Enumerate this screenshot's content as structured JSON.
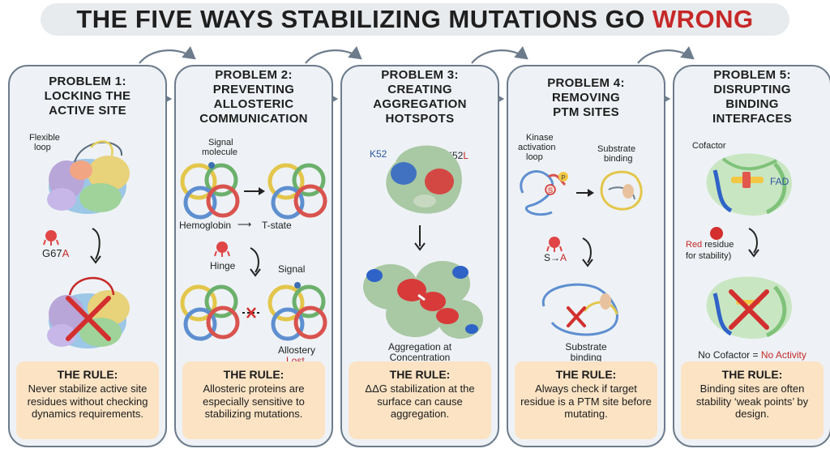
{
  "title": {
    "main": "THE FIVE WAYS STABILIZING MUTATIONS GO",
    "accent": "WRONG"
  },
  "colors": {
    "accent_red": "#c62828",
    "panel_bg": "#eef2f6",
    "rule_bg": "#fbe3c4",
    "panel_border": "#6d7c8c"
  },
  "panels": [
    {
      "title_line1": "PROBLEM 1:",
      "title_line2": "LOCKING THE",
      "title_line3": "ACTIVE SITE",
      "labels": {
        "flexible": "Flexible",
        "loop": "loop",
        "mutation_prefix": "G67",
        "mutation_suffix": "A"
      },
      "rule_head": "THE RULE:",
      "rule_text": "Never stabilize active site residues without checking dynamics requirements."
    },
    {
      "title_line1": "PROBLEM 2:",
      "title_line2": "PREVENTING",
      "title_line3": "ALLOSTERIC",
      "title_line4": "COMMUNICATION",
      "labels": {
        "signal": "Signal",
        "molecule": "molecule",
        "hemoglobin": "Hemoglobin",
        "arrow": "⟶",
        "tstate": "T-state",
        "hinge": "Hinge",
        "signal2": "Signal",
        "allostery": "Allostery",
        "lost": "Lost"
      },
      "rule_head": "THE RULE:",
      "rule_text": "Allosteric proteins are especially sensitive to stabilizing mutations."
    },
    {
      "title_line1": "PROBLEM 3:",
      "title_line2": "CREATING",
      "title_line3": "AGGREGATION",
      "title_line4": "HOTSPOTS",
      "labels": {
        "k52": "K52",
        "k52l_prefix": "K52",
        "k52l_suffix": "L",
        "agg1": "Aggregation at",
        "agg2": "Concentration"
      },
      "rule_head": "THE RULE:",
      "rule_text": "ΔΔG stabilization at the surface can cause aggregation."
    },
    {
      "title_line1": "PROBLEM 4:",
      "title_line2": "REMOVING",
      "title_line3": "PTM SITES",
      "labels": {
        "kinase1": "Kinase",
        "kinase2": "activation",
        "kinase3": "loop",
        "sub1": "Substrate",
        "sub2": "binding",
        "s_label": "S",
        "p_label": "P",
        "mut_prefix": "S→",
        "mut_suffix": "A",
        "sub3": "Substrate",
        "sub4": "binding"
      },
      "rule_head": "THE RULE:",
      "rule_text": "Always check if target residue is a PTM site before mutating."
    },
    {
      "title_line1": "PROBLEM 5:",
      "title_line2": "DISRUPTING",
      "title_line3": "BINDING",
      "title_line4": "INTERFACES",
      "labels": {
        "cofactor": "Cofactor",
        "fad": "FAD",
        "red_word": "Red",
        "residue": " residue",
        "stability": "for stability)",
        "nocof": "No Cofactor = ",
        "noact": "No Activity"
      },
      "rule_head": "THE RULE:",
      "rule_text": "Binding sites are often stability ‘weak points’ by design."
    }
  ]
}
